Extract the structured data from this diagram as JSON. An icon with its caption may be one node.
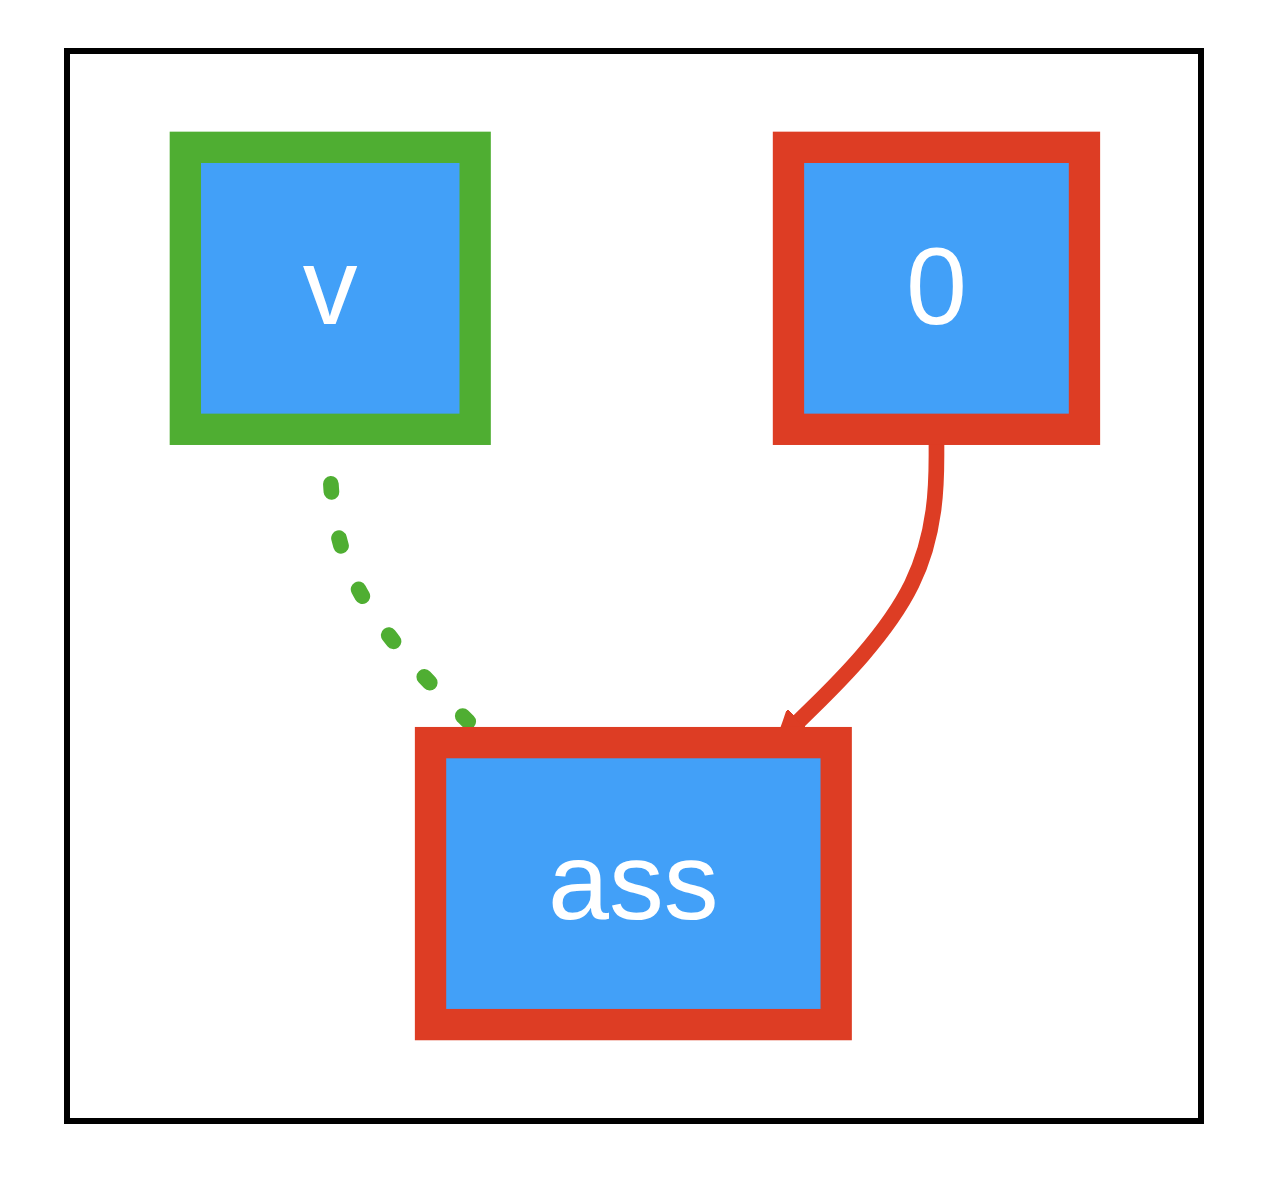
{
  "diagram": {
    "nodes": [
      {
        "text": [
          "v"
        ]
      },
      {
        "text": [
          "0"
        ]
      },
      {
        "text": [
          "ass"
        ]
      }
    ],
    "edges": [
      {
        "from": 0,
        "to": 2,
        "arrow": "none",
        "style": "dashed",
        "color": "#4fae32"
      },
      {
        "from": 1,
        "to": 2,
        "arrow": "to",
        "color": "#dd3d24"
      }
    ]
  }
}
